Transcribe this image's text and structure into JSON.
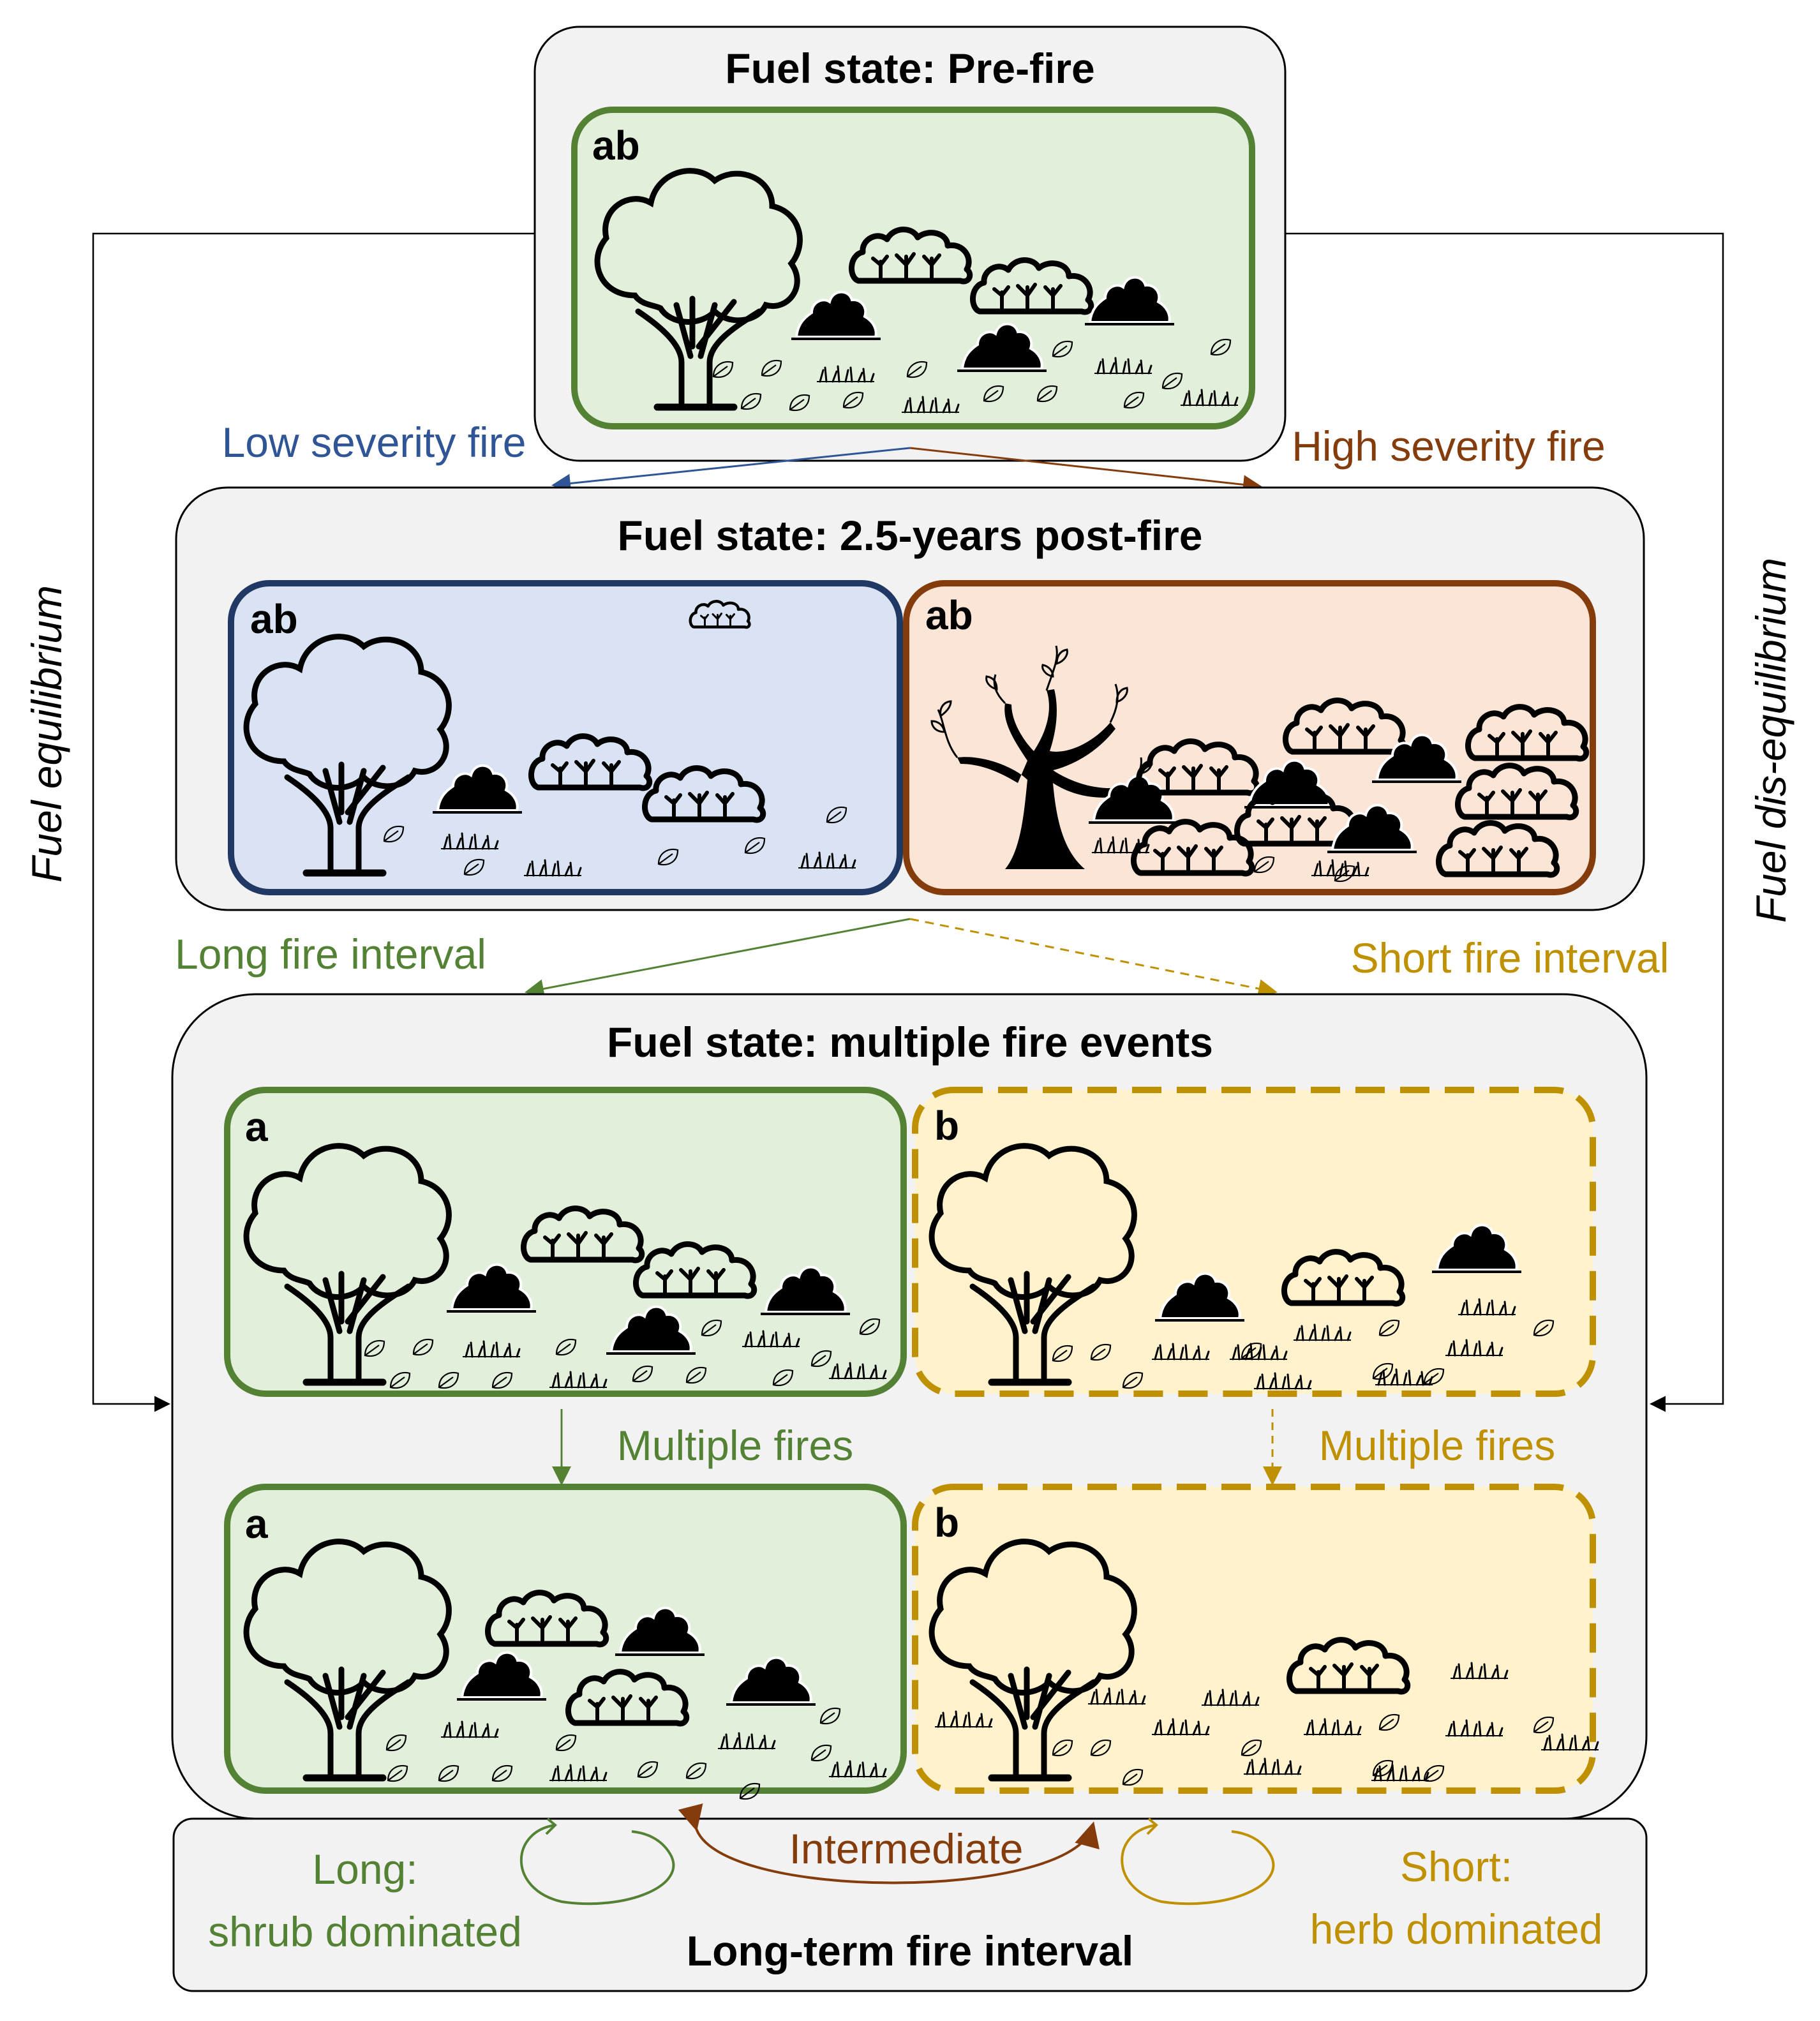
{
  "stages": {
    "pre_fire_title": "Fuel state: Pre-fire",
    "post_fire_title": "Fuel state: 2.5-years post-fire",
    "multi_title": "Fuel state: multiple fire events"
  },
  "panel_labels": {
    "pre": "ab",
    "post_low": "ab",
    "post_high": "ab",
    "multi_long_1": "a",
    "multi_short_1": "b",
    "multi_long_2": "a",
    "multi_short_2": "b"
  },
  "transitions": {
    "low_severity": "Low severity fire",
    "high_severity": "High severity fire",
    "long_interval": "Long fire interval",
    "short_interval": "Short fire interval",
    "multiple_fires_long": "Multiple fires",
    "multiple_fires_short": "Multiple fires"
  },
  "side_labels": {
    "left": "Fuel equilibrium",
    "right": "Fuel dis-equilibrium"
  },
  "legend": {
    "title": "Long-term fire interval",
    "long_line1": "Long:",
    "long_line2": "shrub dominated",
    "intermediate": "Intermediate",
    "short_line1": "Short:",
    "short_line2": "herb dominated"
  },
  "colors": {
    "green": "#548235",
    "green_fill": "#E2EFDA",
    "blue": "#203864",
    "blue_text": "#2F5597",
    "blue_fill": "#DAE3F3",
    "brown": "#843C0C",
    "brown_fill": "#FBE5D6",
    "gold": "#BF9000",
    "gold_fill": "#FFF2CC",
    "grey_fill": "#F2F2F2"
  },
  "icons": [
    "tree-icon",
    "bare-tree-icon",
    "shrub-icon",
    "dark-shrub-icon",
    "grass-icon",
    "leaf-icon"
  ]
}
